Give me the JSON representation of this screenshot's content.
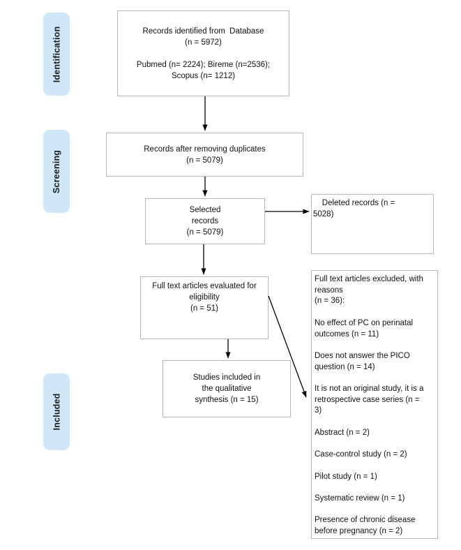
{
  "stages": {
    "identification": "Identification",
    "screening": "Screening",
    "included": "Included"
  },
  "nodes": {
    "records_identified": "Records identified from  Database\n(n = 5972)\n\nPubmed (n= 2224); Bireme (n=2536);\nScopus (n= 1212)",
    "records_after_duplicates": "Records after removing duplicates\n(n = 5079)",
    "selected_records": "Selected\nrecords\n(n = 5079)",
    "deleted_records": "    Deleted records (n =\n5028)",
    "full_text_evaluated": "Full text articles evaluated for\neligibility\n(n = 51)",
    "studies_included": "Studies included in\nthe qualitative\nsynthesis (n = 15)",
    "full_text_excluded": "Full text articles excluded, with\nreasons\n(n = 36):\n\nNo effect of PC on perinatal\noutcomes (n = 11)\n\nDoes not answer the PICO\nquestion (n = 14)\n\nIt is not an original study, it is a\nretrospective case series (n =\n3)\n\nAbstract (n = 2)\n\nCase-control study (n = 2)\n\nPilot study (n = 1)\n\nSystematic review (n = 1)\n\nPresence of chronic disease\nbefore pregnancy (n = 2)"
  },
  "colors": {
    "stage_label_bg": "#cfe7f7",
    "box_border": "#b7b7b7",
    "arrow": "#000000"
  }
}
